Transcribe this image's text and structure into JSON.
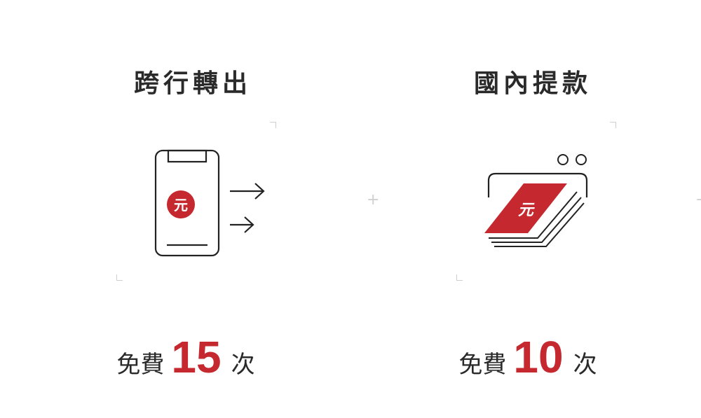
{
  "colors": {
    "accent": "#c5282e",
    "text": "#2a2a2a",
    "line": "#222222",
    "guide": "#cfcfcf"
  },
  "panels": [
    {
      "title": "跨行轉出",
      "icon": "phone-transfer-icon",
      "badge": "元",
      "free_prefix": "免費",
      "free_count": "15",
      "free_suffix": "次"
    },
    {
      "title": "國內提款",
      "icon": "atm-cash-withdrawal-icon",
      "badge": "元",
      "free_prefix": "免費",
      "free_count": "10",
      "free_suffix": "次"
    }
  ]
}
